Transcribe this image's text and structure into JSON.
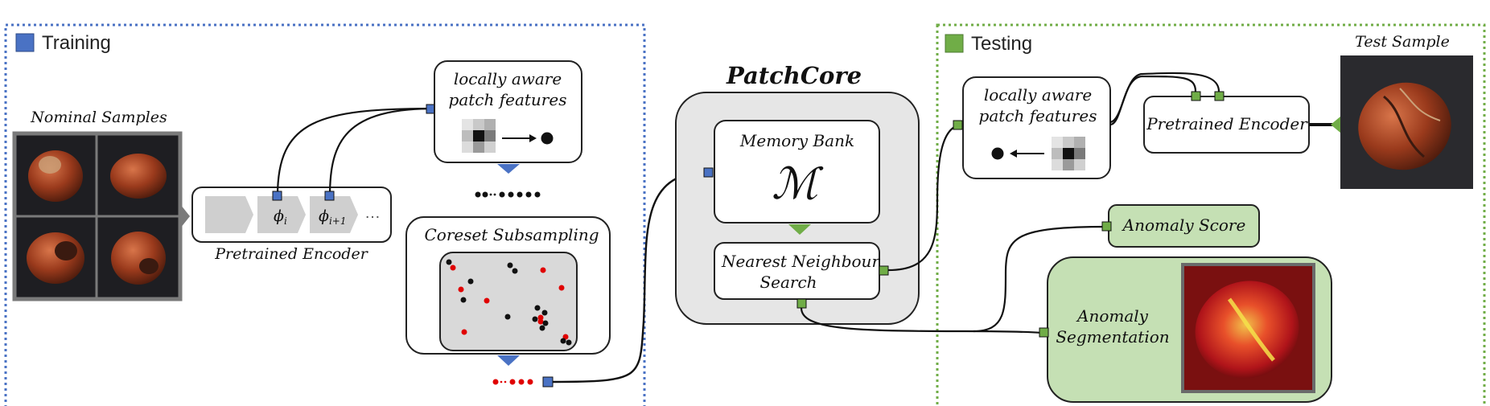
{
  "sections": {
    "training": {
      "title": "Training",
      "accent": "#4a72c4"
    },
    "testing": {
      "title": "Testing",
      "accent": "#70ad47"
    }
  },
  "training": {
    "nominal_samples_label": "Nominal Samples",
    "encoder_label": "Pretrained Encoder",
    "encoder_layers": [
      "ϕ",
      "ϕ"
    ],
    "encoder_layer_subscripts": [
      "i",
      "i+1"
    ],
    "encoder_ellipsis": "…",
    "patch_features_line1": "locally aware",
    "patch_features_line2": "patch features",
    "coreset_label": "Coreset Subsampling"
  },
  "patchcore": {
    "title": "PatchCore",
    "memory_bank_label": "Memory Bank",
    "memory_bank_symbol": "ℳ",
    "nn_search_line1": "Nearest Neighbour",
    "nn_search_line2": "Search"
  },
  "testing": {
    "test_sample_label": "Test Sample",
    "encoder_label": "Pretrained Encoder",
    "patch_features_line1": "locally aware",
    "patch_features_line2": "patch features",
    "anomaly_score_label": "Anomaly Score",
    "anomaly_seg_line1": "Anomaly",
    "anomaly_seg_line2": "Segmentation"
  },
  "colors": {
    "training_port": "#4a72c4",
    "testing_port": "#70ad47",
    "testing_box_fill": "#c5e0b4",
    "patchcore_fill": "#e6e6e6",
    "coreset_fill": "#d9d9d9",
    "red_dot": "#e00000"
  }
}
